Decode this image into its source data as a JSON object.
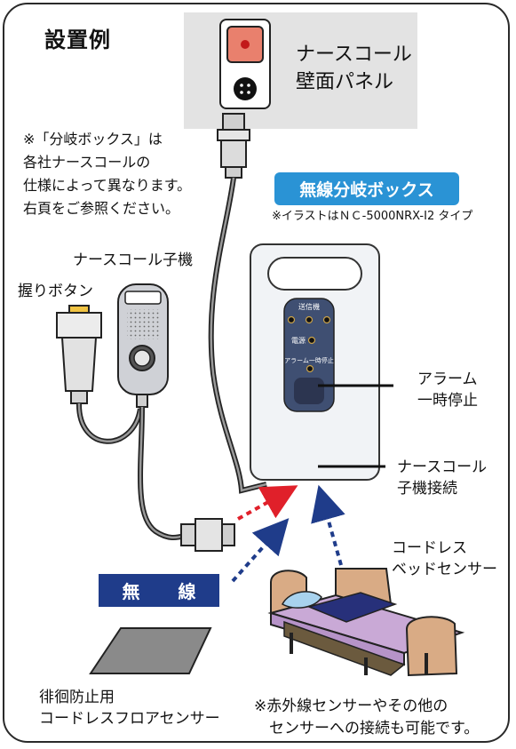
{
  "title": "設置例",
  "note_branch_box": "※「分岐ボックス」は\n各社ナースコールの\n仕様によって異なります。\n右頁をご参照ください。",
  "wall_panel_label": "ナースコール\n壁面パネル",
  "wireless_box_label": "無線分岐ボックス",
  "illustration_note": "※イラストはＮＣ-5000NRX-I2 タイプ",
  "handset_label": "ナースコール子機",
  "grip_button_label": "握りボタン",
  "device_panel": {
    "send_label": "送信機",
    "power_label": "電源",
    "alarm_stop_label": "アラーム一時停止"
  },
  "alarm_pause_label": "アラーム\n一時停止",
  "handset_connection_label": "ナースコール\n子機接続",
  "cordless_bed_sensor_label": "コードレス\nベッドセンサー",
  "wireless_label": "無 線",
  "floor_sensor_label": "徘徊防止用\nコードレスフロアセンサー",
  "other_sensors_note": "※赤外線センサーやその他の\n　センサーへの接続も可能です。",
  "colors": {
    "badge_blue": "#2a93d5",
    "wireless_navy": "#1f3c8a",
    "arrow_red": "#e0202a",
    "arrow_blue": "#1f3c8a",
    "bed_frame": "#d9ab85",
    "mattress": "#c9a9d6"
  }
}
